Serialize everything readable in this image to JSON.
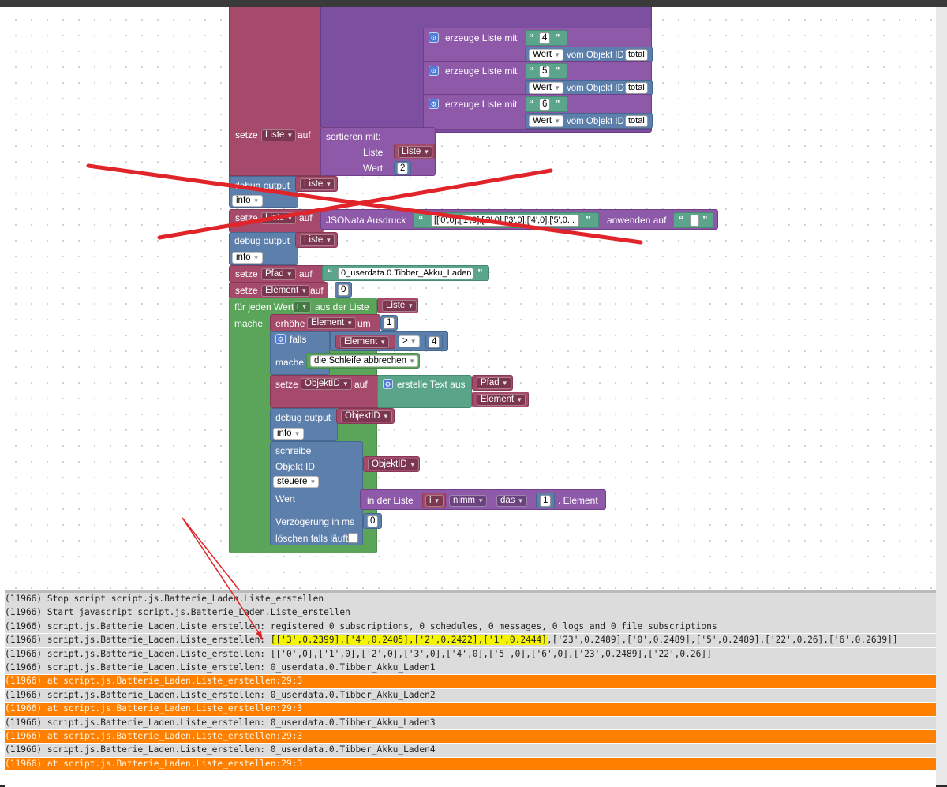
{
  "blocks": {
    "erzeuge_liste_label": "erzeuge Liste mit",
    "erzeuge_rows": [
      {
        "value": "4",
        "wert": "Wert",
        "vom_objekt": "vom Objekt ID",
        "total": "total"
      },
      {
        "value": "5",
        "wert": "Wert",
        "vom_objekt": "vom Objekt ID",
        "total": "total"
      },
      {
        "value": "6",
        "wert": "Wert",
        "vom_objekt": "vom Objekt ID",
        "total": "total"
      }
    ],
    "setze": "setze",
    "auf": "auf",
    "liste_var": "Liste",
    "sortieren_mit": "sortieren mit:",
    "liste_label": "Liste",
    "wert_label": "Wert",
    "sort_value": "2",
    "debug_output": "debug output",
    "info": "info",
    "jsonata_label": "JSONata Ausdruck",
    "jsonata_value": "[['0',0],['1',0],['2',0],['3',0],['4',0],['5',0...",
    "anwenden_auf": "anwenden auf",
    "pfad_var": "Pfad",
    "pfad_value": "0_userdata.0.Tibber_Akku_Laden",
    "element_var": "Element",
    "element_value": "0",
    "fuer_jeden_wert": "für jeden Wert",
    "i_var": "i",
    "aus_der_liste": "aus der Liste",
    "mache": "mache",
    "erhoehe": "erhöhe",
    "um": "um",
    "erhoehe_value": "1",
    "falls": "falls",
    "compare_op": ">",
    "compare_value": "4",
    "schleife_abbrechen": "die Schleife abbrechen",
    "objektid_var": "ObjektID",
    "erstelle_text_aus": "erstelle Text aus",
    "schreibe": "schreibe",
    "objekt_id": "Objekt ID",
    "steuere": "steuere",
    "in_der_liste": "in der Liste",
    "nimm": "nimm",
    "das": "das",
    "nimm_index": "1",
    "element_suffix": ". Element",
    "verzoegerung": "Verzögerung in ms",
    "verzoegerung_value": "0",
    "loeschen": "löschen falls läuft"
  },
  "console": {
    "lines": [
      {
        "text": "(11966) Stop script script.js.Batterie_Laden.Liste_erstellen",
        "level": "info"
      },
      {
        "text": "(11966) Start javascript script.js.Batterie_Laden.Liste_erstellen",
        "level": "info"
      },
      {
        "text": "(11966) script.js.Batterie_Laden.Liste_erstellen: registered 0 subscriptions, 0 schedules, 0 messages, 0 logs and 0 file subscriptions",
        "level": "info"
      },
      {
        "text": "(11966) script.js.Batterie_Laden.Liste_erstellen: ",
        "highlight": "[['3',0.2399],['4',0.2405],['2',0.2422],['1',0.2444]",
        "rest": ",['23',0.2489],['0',0.2489],['5',0.2489],['22',0.26],['6',0.2639]]",
        "level": "info"
      },
      {
        "text": "(11966) script.js.Batterie_Laden.Liste_erstellen: [['0',0],['1',0],['2',0],['3',0],['4',0],['5',0],['6',0],['23',0.2489],['22',0.26]]",
        "level": "info"
      },
      {
        "text": "(11966) script.js.Batterie_Laden.Liste_erstellen: 0_userdata.0.Tibber_Akku_Laden1",
        "level": "info"
      },
      {
        "text": "(11966) at script.js.Batterie_Laden.Liste_erstellen:29:3",
        "level": "error"
      },
      {
        "text": "(11966) script.js.Batterie_Laden.Liste_erstellen: 0_userdata.0.Tibber_Akku_Laden2",
        "level": "info"
      },
      {
        "text": "(11966) at script.js.Batterie_Laden.Liste_erstellen:29:3",
        "level": "error"
      },
      {
        "text": "(11966) script.js.Batterie_Laden.Liste_erstellen: 0_userdata.0.Tibber_Akku_Laden3",
        "level": "info"
      },
      {
        "text": "(11966) at script.js.Batterie_Laden.Liste_erstellen:29:3",
        "level": "error"
      },
      {
        "text": "(11966) script.js.Batterie_Laden.Liste_erstellen: 0_userdata.0.Tibber_Akku_Laden4",
        "level": "info"
      },
      {
        "text": "(11966) at script.js.Batterie_Laden.Liste_erstellen:29:3",
        "level": "error"
      }
    ]
  },
  "colors": {
    "error_bg": "#ff8000",
    "highlight": "#f5f500",
    "cross": "#e0242a",
    "arrow": "#e0242a"
  }
}
